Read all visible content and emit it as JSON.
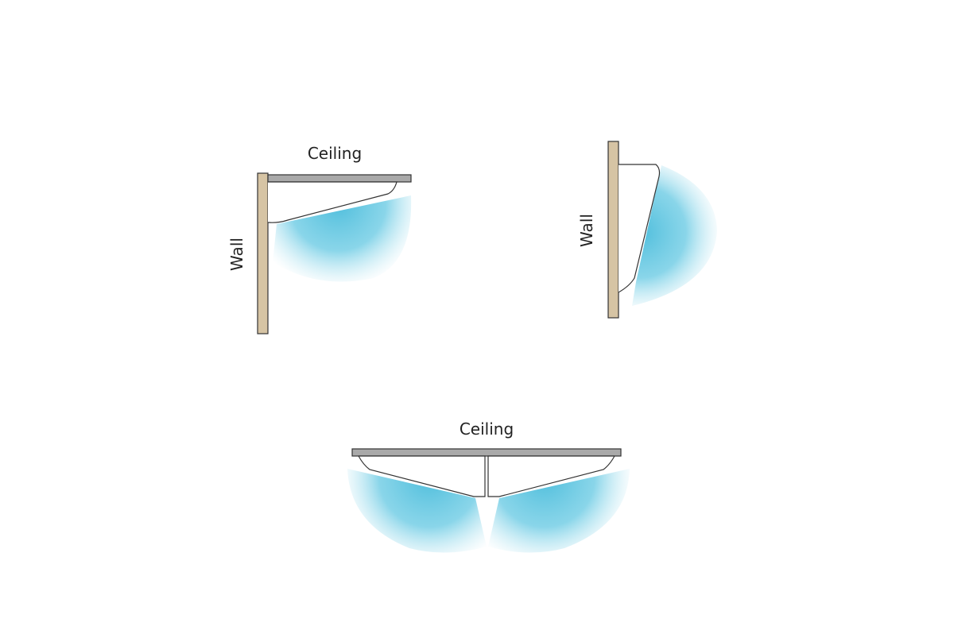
{
  "diagrams": [
    {
      "ceiling_label": "Ceiling",
      "wall_label": "Wall"
    },
    {
      "wall_label": "Wall"
    },
    {
      "ceiling_label": "Ceiling"
    }
  ],
  "colors": {
    "wall": "#d6c4a4",
    "ceiling": "#a9a9a9",
    "light": "#4fbedc",
    "outline": "#333333"
  }
}
